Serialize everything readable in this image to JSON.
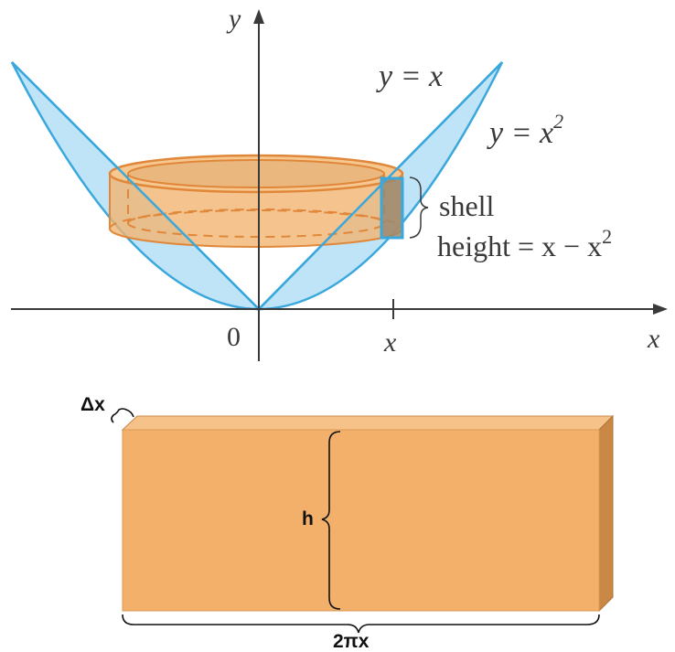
{
  "graph": {
    "y_axis_label": "y",
    "x_axis_label": "x",
    "origin_label": "0",
    "x_tick_label": "x",
    "curve_line_label": "y = x",
    "curve_parabola_label_base": "y = x",
    "curve_parabola_label_exp": "2",
    "shell_label": "shell",
    "height_label_base": "height = x − x",
    "height_label_exp": "2"
  },
  "unrolled_shell": {
    "thickness_label": "Δx",
    "height_label": "h",
    "length_label": "2πx"
  },
  "colors": {
    "region_fill": "#bfe3f7",
    "curve_stroke": "#3aa8dc",
    "shell_fill": "#f2b46e",
    "shell_stroke": "#e0873a",
    "slab_top": "#f6c28a",
    "slab_side": "#c98846",
    "axis": "#3a3a3a"
  }
}
